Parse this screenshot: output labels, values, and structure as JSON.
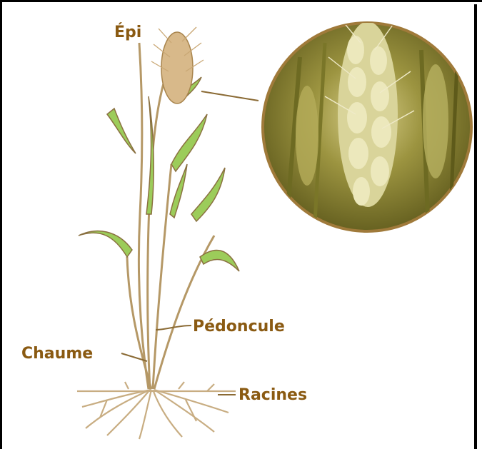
{
  "labels": {
    "epi": "Épi",
    "pedoncule": "Pédoncule",
    "chaume": "Chaume",
    "racines": "Racines"
  },
  "colors": {
    "label": "#8a5a12",
    "stem": "#b59866",
    "leaf": "#9ccc5a",
    "root": "#c8ad82",
    "lens_rim": "#a07a3a",
    "lens_fill": "#8a8a2a"
  }
}
